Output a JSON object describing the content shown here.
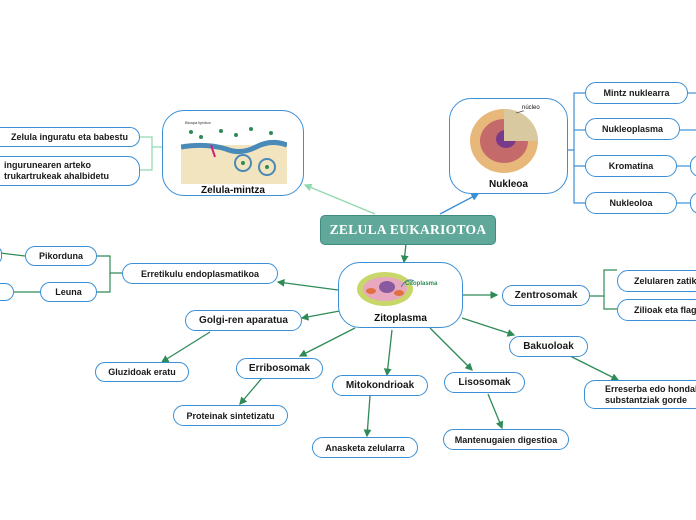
{
  "root": "ZELULA EUKARIOTOA",
  "zelula_mintza": {
    "title": "Zelula-mintza",
    "image_caption": "Bicapa lipidica",
    "children": [
      "Zelula inguratu eta babestu",
      "ingurunearen arteko\ntrukartrukeak ahalbidetu"
    ]
  },
  "nukleoa": {
    "title": "Nukleoa",
    "image_caption": "núcleo",
    "children": [
      "Mintz nuklearra",
      "Nukleoplasma",
      "Kromatina",
      "Nukleoloa"
    ]
  },
  "zitoplasma": {
    "title": "Zitoplasma",
    "image_caption": "Citoplasma"
  },
  "erretikulu": {
    "label": "Erretikulu endoplasmatikoa",
    "children": [
      "Pikorduna",
      "Leuna"
    ]
  },
  "golgi": {
    "label": "Golgi-ren aparatua",
    "child": "Gluzidoak eratu"
  },
  "erribosomak": {
    "label": "Erribosomak",
    "child": "Proteinak sintetizatu"
  },
  "mitokondrioak": {
    "label": "Mitokondrioak",
    "child": "Anasketa zelularra"
  },
  "lisosomak": {
    "label": "Lisosomak",
    "child": "Mantenugaien digestioa"
  },
  "zentrosomak": {
    "label": "Zentrosomak",
    "children": [
      "Zelularen zatike",
      "Zilioak eta flage"
    ]
  },
  "bakuoloak": {
    "label": "Bakuoloak",
    "child": "Erreserba edo hondakin\nsubstantziak gorde"
  },
  "colors": {
    "root": "#5fa89a",
    "node_border": "#3b8fd6",
    "line_green": "#2e8b57",
    "line_mint": "#8fd9b0",
    "line_blue": "#3b8fd6"
  }
}
